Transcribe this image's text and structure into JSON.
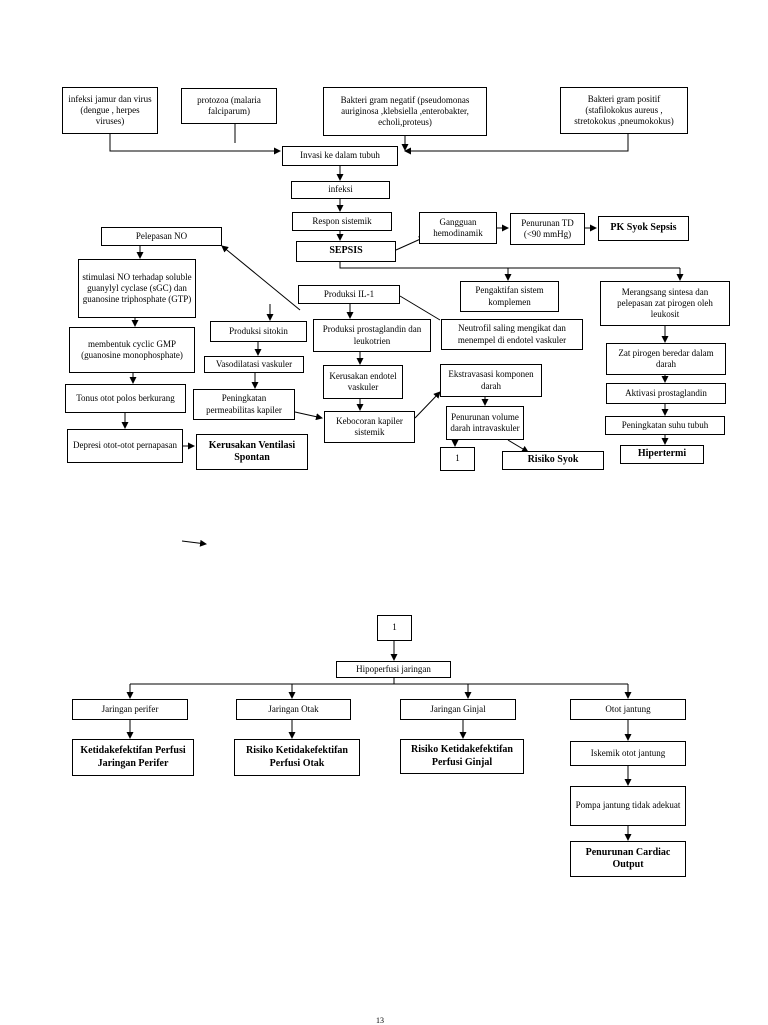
{
  "page_number": "13",
  "nodes": {
    "infeksi_jamur": "infeksi jamur dan virus (dengue , herpes viruses)",
    "protozoa": "protozoa (malaria falciparum)",
    "bakteri_negatif": "Bakteri gram negatif (pseudomonas auriginosa ,klebsiella ,enterobakter, echoli,proteus)",
    "bakteri_positif": "Bakteri gram positif (stafilokokus aureus , stretokokus ,pneumokokus)",
    "invasi": "Invasi ke dalam tubuh",
    "infeksi": "infeksi",
    "respon": "Respon sistemik",
    "sepsis": "SEPSIS",
    "gangguan": "Gangguan hemodinamik",
    "penurunan_td": "Penurunan TD (<90 mmHg)",
    "pk_syok": "PK Syok Sepsis",
    "pelepasan_no": "Pelepasan NO",
    "stimulasi_no": "stimulasi NO terhadap soluble guanylyl cyclase (sGC) dan guanosine triphosphate (GTP)",
    "cyclic_gmp": "membentuk cyclic GMP (guanosine monophosphate)",
    "tonus": "Tonus otot polos berkurang",
    "depresi": "Depresi otot-otot pernapasan",
    "kerusakan_ventilasi": "Kerusakan Ventilasi Spontan",
    "produksi_il1": "Produksi IL-1",
    "produksi_sitokin": "Produksi sitokin",
    "produksi_prostaglandin": "Produksi prostaglandin dan leukotrien",
    "vasodilatasi": "Vasodilatasi vaskuler",
    "peningkatan_permeabilitas": "Peningkatan permeabilitas kapiler",
    "kerusakan_endotel": "Kerusakan endotel vaskuler",
    "kebocoran": "Kebocoran kapiler sistemik",
    "pengaktifan_komplemen": "Pengaktifan sistem komplemen",
    "neutrofil": "Neutrofil saling mengikat dan menempel di endotel vaskuler",
    "ekstravasasi": "Ekstravasasi komponen darah",
    "penurunan_volume": "Penurunan volume darah intravaskuler",
    "connector_1": "1",
    "risiko_syok": "Risiko Syok",
    "merangsang": "Merangsang sintesa dan pelepasan zat pirogen oleh leukosit",
    "zat_pirogen": "Zat pirogen beredar dalam darah",
    "aktivasi_prostaglandin": "Aktivasi prostaglandin",
    "peningkatan_suhu": "Peningkatan suhu tubuh",
    "hipertermi": "Hipertermi",
    "connector_1b": "1",
    "hipoperfusi": "Hipoperfusi jaringan",
    "jaringan_perifer": "Jaringan perifer",
    "jaringan_otak": "Jaringan Otak",
    "jaringan_ginjal": "Jaringan Ginjal",
    "otot_jantung": "Otot jantung",
    "ketidakefektifan_perifer": "Ketidakefektifan Perfusi Jaringan Perifer",
    "risiko_otak": "Risiko Ketidakefektifan Perfusi Otak",
    "risiko_ginjal": "Risiko Ketidakefektifan Perfusi Ginjal",
    "iskemik": "Iskemik otot jantung",
    "pompa": "Pompa jantung tidak adekuat",
    "penurunan_cardiac": "Penurunan Cardiac Output"
  }
}
